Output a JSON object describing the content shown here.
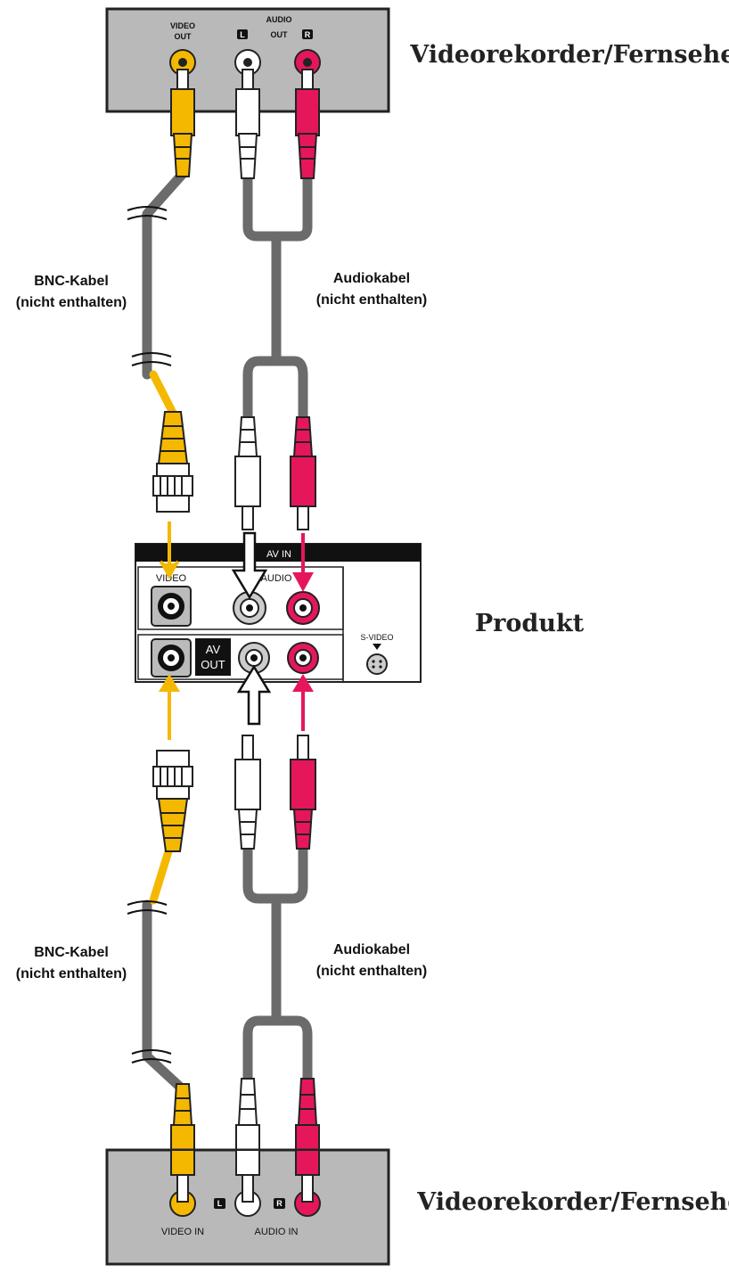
{
  "top_device": {
    "title": "Videorekorder/Fernseher",
    "video_label_line1": "VIDEO",
    "video_label_line2": "OUT",
    "audio_label_line1": "AUDIO",
    "audio_label_line2": "OUT",
    "left_badge": "L",
    "right_badge": "R"
  },
  "upper_cables": {
    "bnc_label_line1": "BNC-Kabel",
    "bnc_label_line2": "(nicht enthalten)",
    "audio_label_line1": "Audiokabel",
    "audio_label_line2": "(nicht enthalten)"
  },
  "product": {
    "title": "Produkt",
    "av_in_label": "AV IN",
    "video_label": "VIDEO",
    "audio_label": "AUDIO",
    "av_out_line1": "AV",
    "av_out_line2": "OUT",
    "svideo_label": "S-VIDEO"
  },
  "lower_cables": {
    "bnc_label_line1": "BNC-Kabel",
    "bnc_label_line2": "(nicht enthalten)",
    "audio_label_line1": "Audiokabel",
    "audio_label_line2": "(nicht enthalten)"
  },
  "bottom_device": {
    "title": "Videorekorder/Fernseher",
    "video_in_label": "VIDEO IN",
    "audio_in_label": "AUDIO IN",
    "left_badge": "L",
    "right_badge": "R"
  },
  "colors": {
    "video": "#f5b800",
    "audio_left": "#ffffff",
    "audio_right": "#e5175a",
    "cable": "#6b6b6b",
    "panel": "#b9b9b9"
  }
}
